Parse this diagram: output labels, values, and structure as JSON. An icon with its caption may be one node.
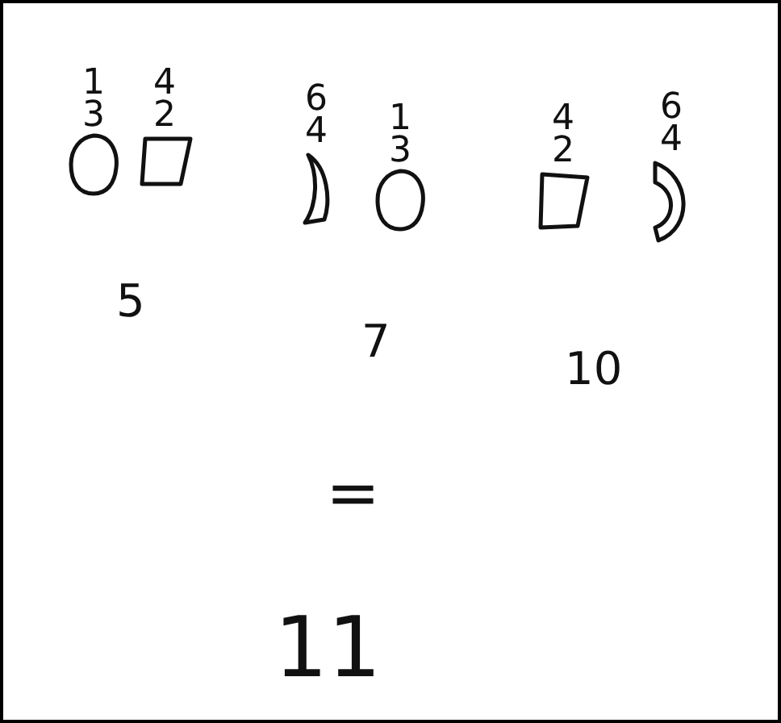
{
  "diagram": {
    "nodes": [
      {
        "text": [
          "1",
          "3"
        ]
      },
      {
        "text": [
          "4",
          "2"
        ]
      },
      {
        "text": [
          "6",
          "4"
        ]
      },
      {
        "text": [
          "1",
          "3"
        ]
      },
      {
        "text": [
          "4",
          "2"
        ]
      },
      {
        "text": [
          "6",
          "4"
        ]
      }
    ],
    "labels": [
      "5",
      "7",
      "10",
      "=",
      "11"
    ]
  }
}
